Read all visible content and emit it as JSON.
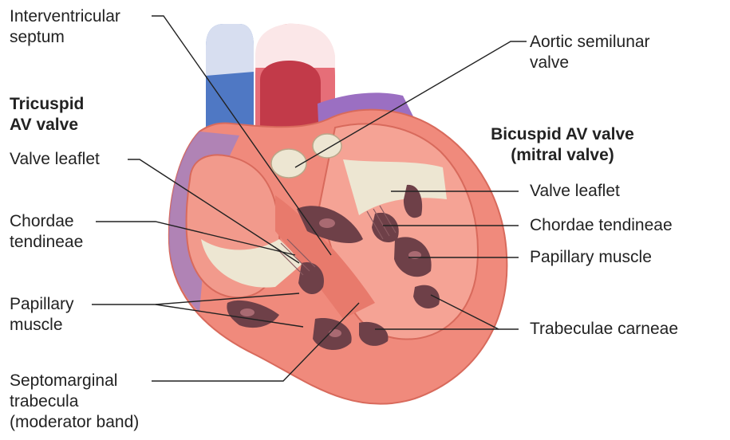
{
  "colors": {
    "myocardium": "#f08a7c",
    "myocardium_light": "#f8b2a4",
    "aorta": "#d54a57",
    "vein_blue": "#4f78c4",
    "valve": "#ede6d2",
    "trabeculae": "#6e4048",
    "leader": "#222222"
  },
  "labels": {
    "interventricular_septum": [
      "Interventricular",
      "septum"
    ],
    "aortic_semilunar_valve": [
      "Aortic semilunar",
      "valve"
    ],
    "tricuspid_heading": [
      "Tricuspid",
      "AV valve"
    ],
    "bicuspid_heading": [
      "Bicuspid AV valve",
      "(mitral valve)"
    ],
    "left": {
      "valve_leaflet": "Valve leaflet",
      "chordae_tendineae": [
        "Chordae",
        "tendineae"
      ],
      "papillary_muscle": [
        "Papillary",
        "muscle"
      ],
      "septomarginal_trabecula": [
        "Septomarginal",
        "trabecula",
        "(moderator band)"
      ]
    },
    "right": {
      "valve_leaflet": "Valve leaflet",
      "chordae_tendineae": "Chordae tendineae",
      "papillary_muscle": "Papillary muscle",
      "trabeculae_carneae": "Trabeculae carneae"
    }
  }
}
